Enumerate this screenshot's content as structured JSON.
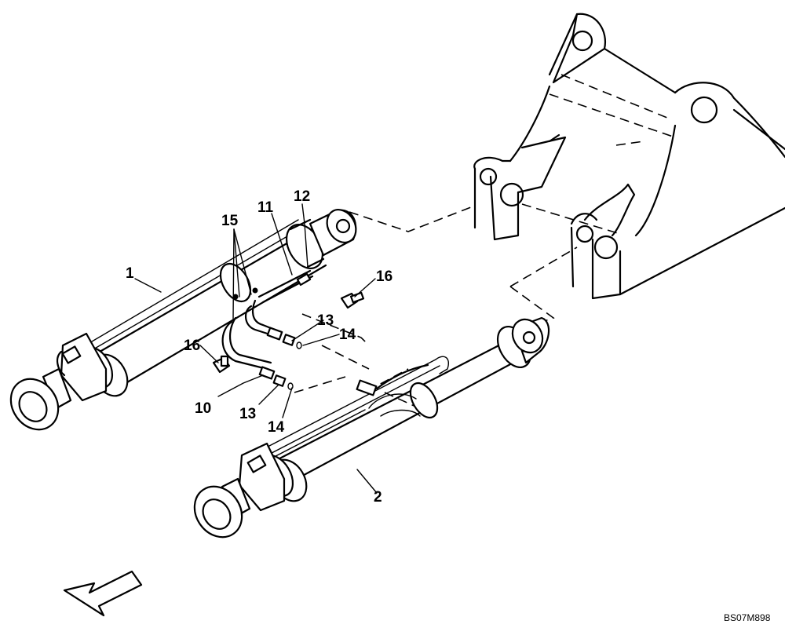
{
  "callouts": {
    "c1": "1",
    "c2": "2",
    "c10": "10",
    "c11": "11",
    "c12": "12",
    "c13a": "13",
    "c13b": "13",
    "c14a": "14",
    "c14b": "14",
    "c15": "15",
    "c16a": "16",
    "c16b": "16"
  },
  "drawing_code": "BS07M898"
}
